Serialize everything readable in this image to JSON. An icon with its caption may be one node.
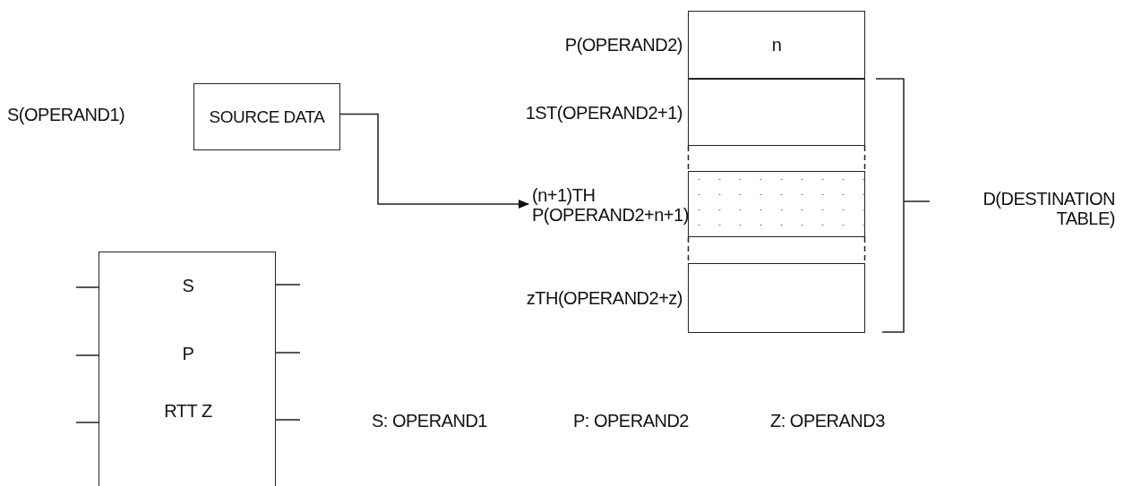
{
  "diagram": {
    "nodes": [
      {
        "text": [
          "SOURCE DATA"
        ],
        "beside": [
          "S(OPERAND1)"
        ]
      },
      {
        "text": [
          "n"
        ],
        "beside": [
          "P(OPERAND2)"
        ]
      },
      {
        "text": [],
        "shape": "box",
        "beside": [
          "1ST(OPERAND2+1)"
        ]
      },
      {
        "text": [],
        "shape": "box",
        "beside": [
          "(n+1)TH P(OPERAND2+n+1)"
        ]
      },
      {
        "text": [],
        "shape": "box",
        "beside": [
          "zTH(OPERAND2+z)"
        ]
      },
      {
        "text": [
          "S",
          "P",
          "RTT Z"
        ]
      }
    ],
    "edges": [
      {
        "from": 0,
        "to": 3,
        "arrow": "to"
      }
    ],
    "labels": [
      "D(DESTINATION TABLE)",
      "S: OPERAND1",
      "P: OPERAND2",
      "Z: OPERAND3"
    ]
  }
}
